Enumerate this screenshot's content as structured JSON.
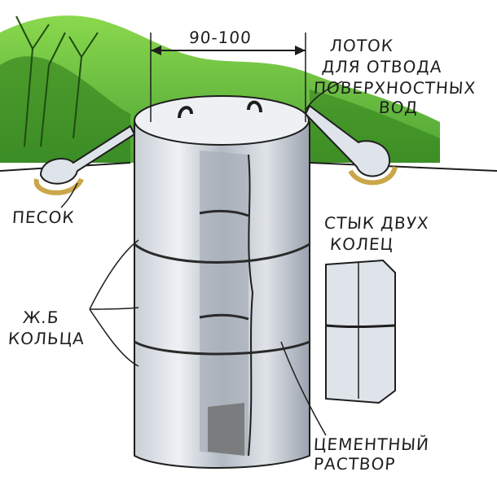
{
  "dimension": "90-100",
  "labels": {
    "tray": [
      "ЛОТОК",
      "ДЛЯ ОТВОДА",
      "ПОВЕРХНОСТНЫХ",
      "ВОД"
    ],
    "sand": "ПЕСОК",
    "joint": [
      "СТЫК ДВУХ",
      "КОЛЕЦ"
    ],
    "rings": [
      "Ж.Б",
      "КОЛЬЦА"
    ],
    "mortar": [
      "ЦЕМЕНТНЫЙ",
      "РАСТВОР"
    ]
  },
  "colors": {
    "grass": "#5fbf2a",
    "grass_dark": "#2f7d1a",
    "concrete": "#dfe4ea",
    "concrete_shade": "#a7aeb8",
    "ink": "#1e1e1e",
    "sand": "#c9a74a"
  }
}
